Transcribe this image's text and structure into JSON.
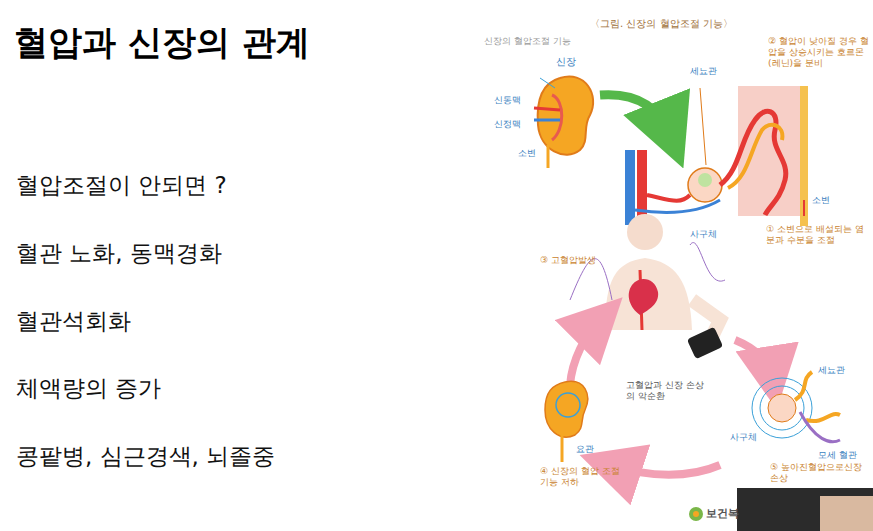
{
  "diagram": {
    "title": "혈압과 신장의 관계",
    "caption": "〈그림. 신장의 혈압조절 기능〉",
    "labels": [
      "혈압조절이 안되면 ?",
      "혈관 노화, 동맥경화",
      "혈관석회화",
      "체액량의 증가",
      "콩팥병, 심근경색, 뇌졸중",
      "신장의 혈압조절 기능",
      "신장",
      "신동맥",
      "신정맥",
      "소변",
      "세뇨관",
      "② 혈압이 낮아질 경우 혈압을 상승시키는 호르몬(레닌)을 분비",
      "사구체",
      "소변",
      "① 소변으로 배설되는 염분과 수분을 조절",
      "③ 고혈압발생",
      "고혈압과 신장 손상의 악순환",
      "세뇨관",
      "사구체",
      "모세 혈관",
      "요관",
      "④ 신장의 혈압 조절기능 저하",
      "⑤ 높아진혈압으로신장 손상",
      "보건복"
    ]
  }
}
